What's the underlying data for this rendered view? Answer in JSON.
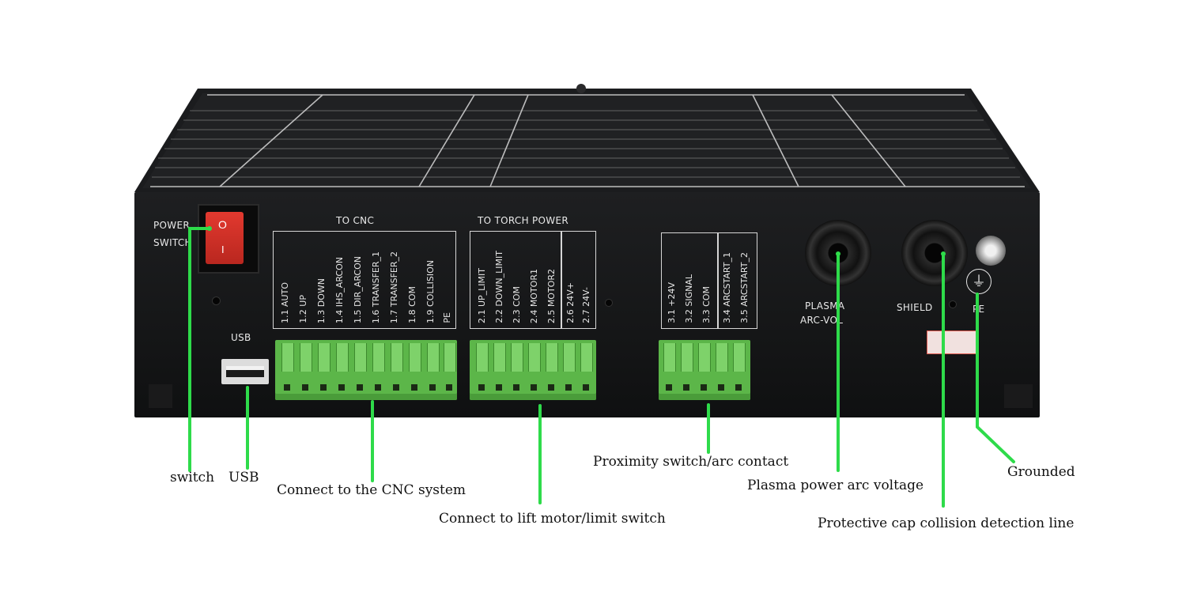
{
  "panel": {
    "power_label": "POWER",
    "switch_label": "SWITCH",
    "switch_on_glyph": "O",
    "switch_off_glyph": "I",
    "usb_label": "USB",
    "to_cnc": "TO CNC",
    "to_torch_power": "TO  TORCH  POWER",
    "cnc_pins": [
      "1.1 AUTO",
      "1.2 UP",
      "1.3 DOWN",
      "1.4 IHS_ARCON",
      "1.5 DIR_ARCON",
      "1.6 TRANSFER_1",
      "1.7 TRANSFER_2",
      "1.8 COM",
      "1.9 COLLISION",
      "PE"
    ],
    "torch_pins_a": [
      "2.1 UP_LIMIT",
      "2.2 DOWN_LIMIT",
      "2.3 COM",
      "2.4 MOTOR1",
      "2.5 MOTOR2"
    ],
    "torch_pins_b": [
      "2.6 24V+",
      "2.7 24V-"
    ],
    "prox_pins_a": [
      "3.1 +24V",
      "3.2 SIGNAL",
      "3.3 COM"
    ],
    "prox_pins_b": [
      "3.4 ARCSTART_1",
      "3.5 ARCSTART_2"
    ],
    "plasma_label": "PLASMA",
    "arc_vol_label": "ARC-VOL",
    "shield_label": "SHIELD",
    "pe_label": "PE",
    "ground_symbol": "⏚"
  },
  "captions": {
    "switch": "switch",
    "usb": "USB",
    "cnc": "Connect to the CNC system",
    "lift": "Connect to lift motor/limit switch",
    "proximity": "Proximity switch/arc contact",
    "plasma": "Plasma power arc voltage",
    "grounded": "Grounded",
    "protective": "Protective cap collision detection line"
  },
  "colors": {
    "callout_line": "#2edb4a",
    "terminal_green": "#5cb649",
    "switch_red": "#d9322a",
    "housing": "#161718"
  }
}
